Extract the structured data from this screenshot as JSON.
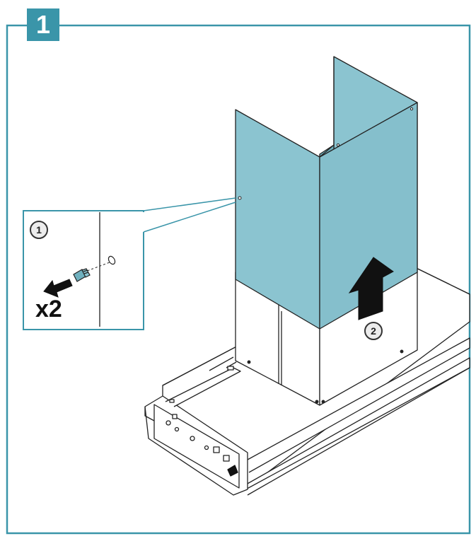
{
  "step": {
    "number": "1"
  },
  "detail": {
    "callout_number": "1",
    "quantity": "x2"
  },
  "lift": {
    "callout_number": "2"
  },
  "colors": {
    "accent": "#3a95a9",
    "panel": "#8bc4d0",
    "panel_dark": "#6fb0be",
    "outline": "#222222",
    "arrow": "#111111"
  },
  "icons": {
    "screw": "screw-icon",
    "direction_arrow": "arrow-icon"
  }
}
